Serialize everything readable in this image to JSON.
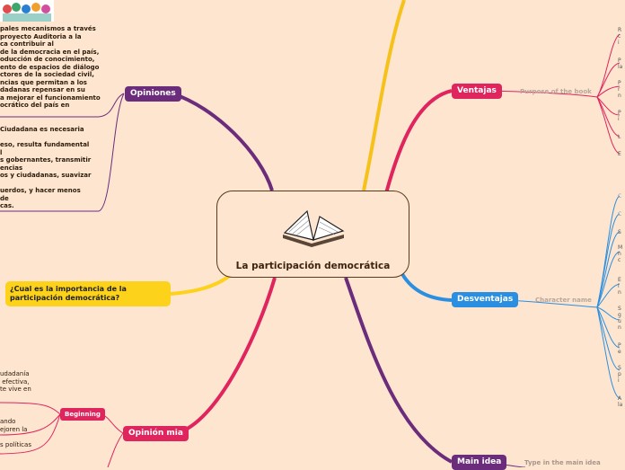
{
  "central": {
    "title": "La participación democrática"
  },
  "question": "¿Cual es la importancia de la\nparticipación democrática?",
  "branches": {
    "opiniones": {
      "label": "Opiniones",
      "text1": "pales mecanismos a través\nproyecto Auditoria a la\nca contribuir al\nde la democracia en el país,\noducción de conocimiento,\nento de espacios de diálogo\nctores de la sociedad civil,\nncias que permitan a los\ndadanas repensar en su\na mejorar el funcionamiento\nocrático del país en",
      "text2": "Ciudadana es necesaria\n\neso, resulta fundamental\nl\ns gobernantes, transmitir\nencias\nos y ciudadanas, suavizar\n\nuerdos, y hacer menos\nde\ncas."
    },
    "ventajas": {
      "label": "Ventajas",
      "sub": "Purpose of the book",
      "items": [
        "R\nc\ni",
        "P\nla",
        "P\nr\nn",
        "P\ni",
        "L",
        "E"
      ]
    },
    "desventajas": {
      "label": "Desventajas",
      "sub": "Character name",
      "items": [
        "C",
        "C",
        "S",
        "M\nn\nc",
        "E\ni\nn",
        "S\ng\nu\nn",
        "P\ne",
        "S\np\ni",
        "A\nla"
      ]
    },
    "opinion_mia": {
      "label": "Opinión mia",
      "beginning": "Beginning",
      "text1": "udadanía\n efectiva,\nte vive en",
      "text2": "ando\nejoren la",
      "text3": "s políticas"
    },
    "main_idea": {
      "label": "Main idea",
      "sub": "Type in the main idea"
    }
  }
}
